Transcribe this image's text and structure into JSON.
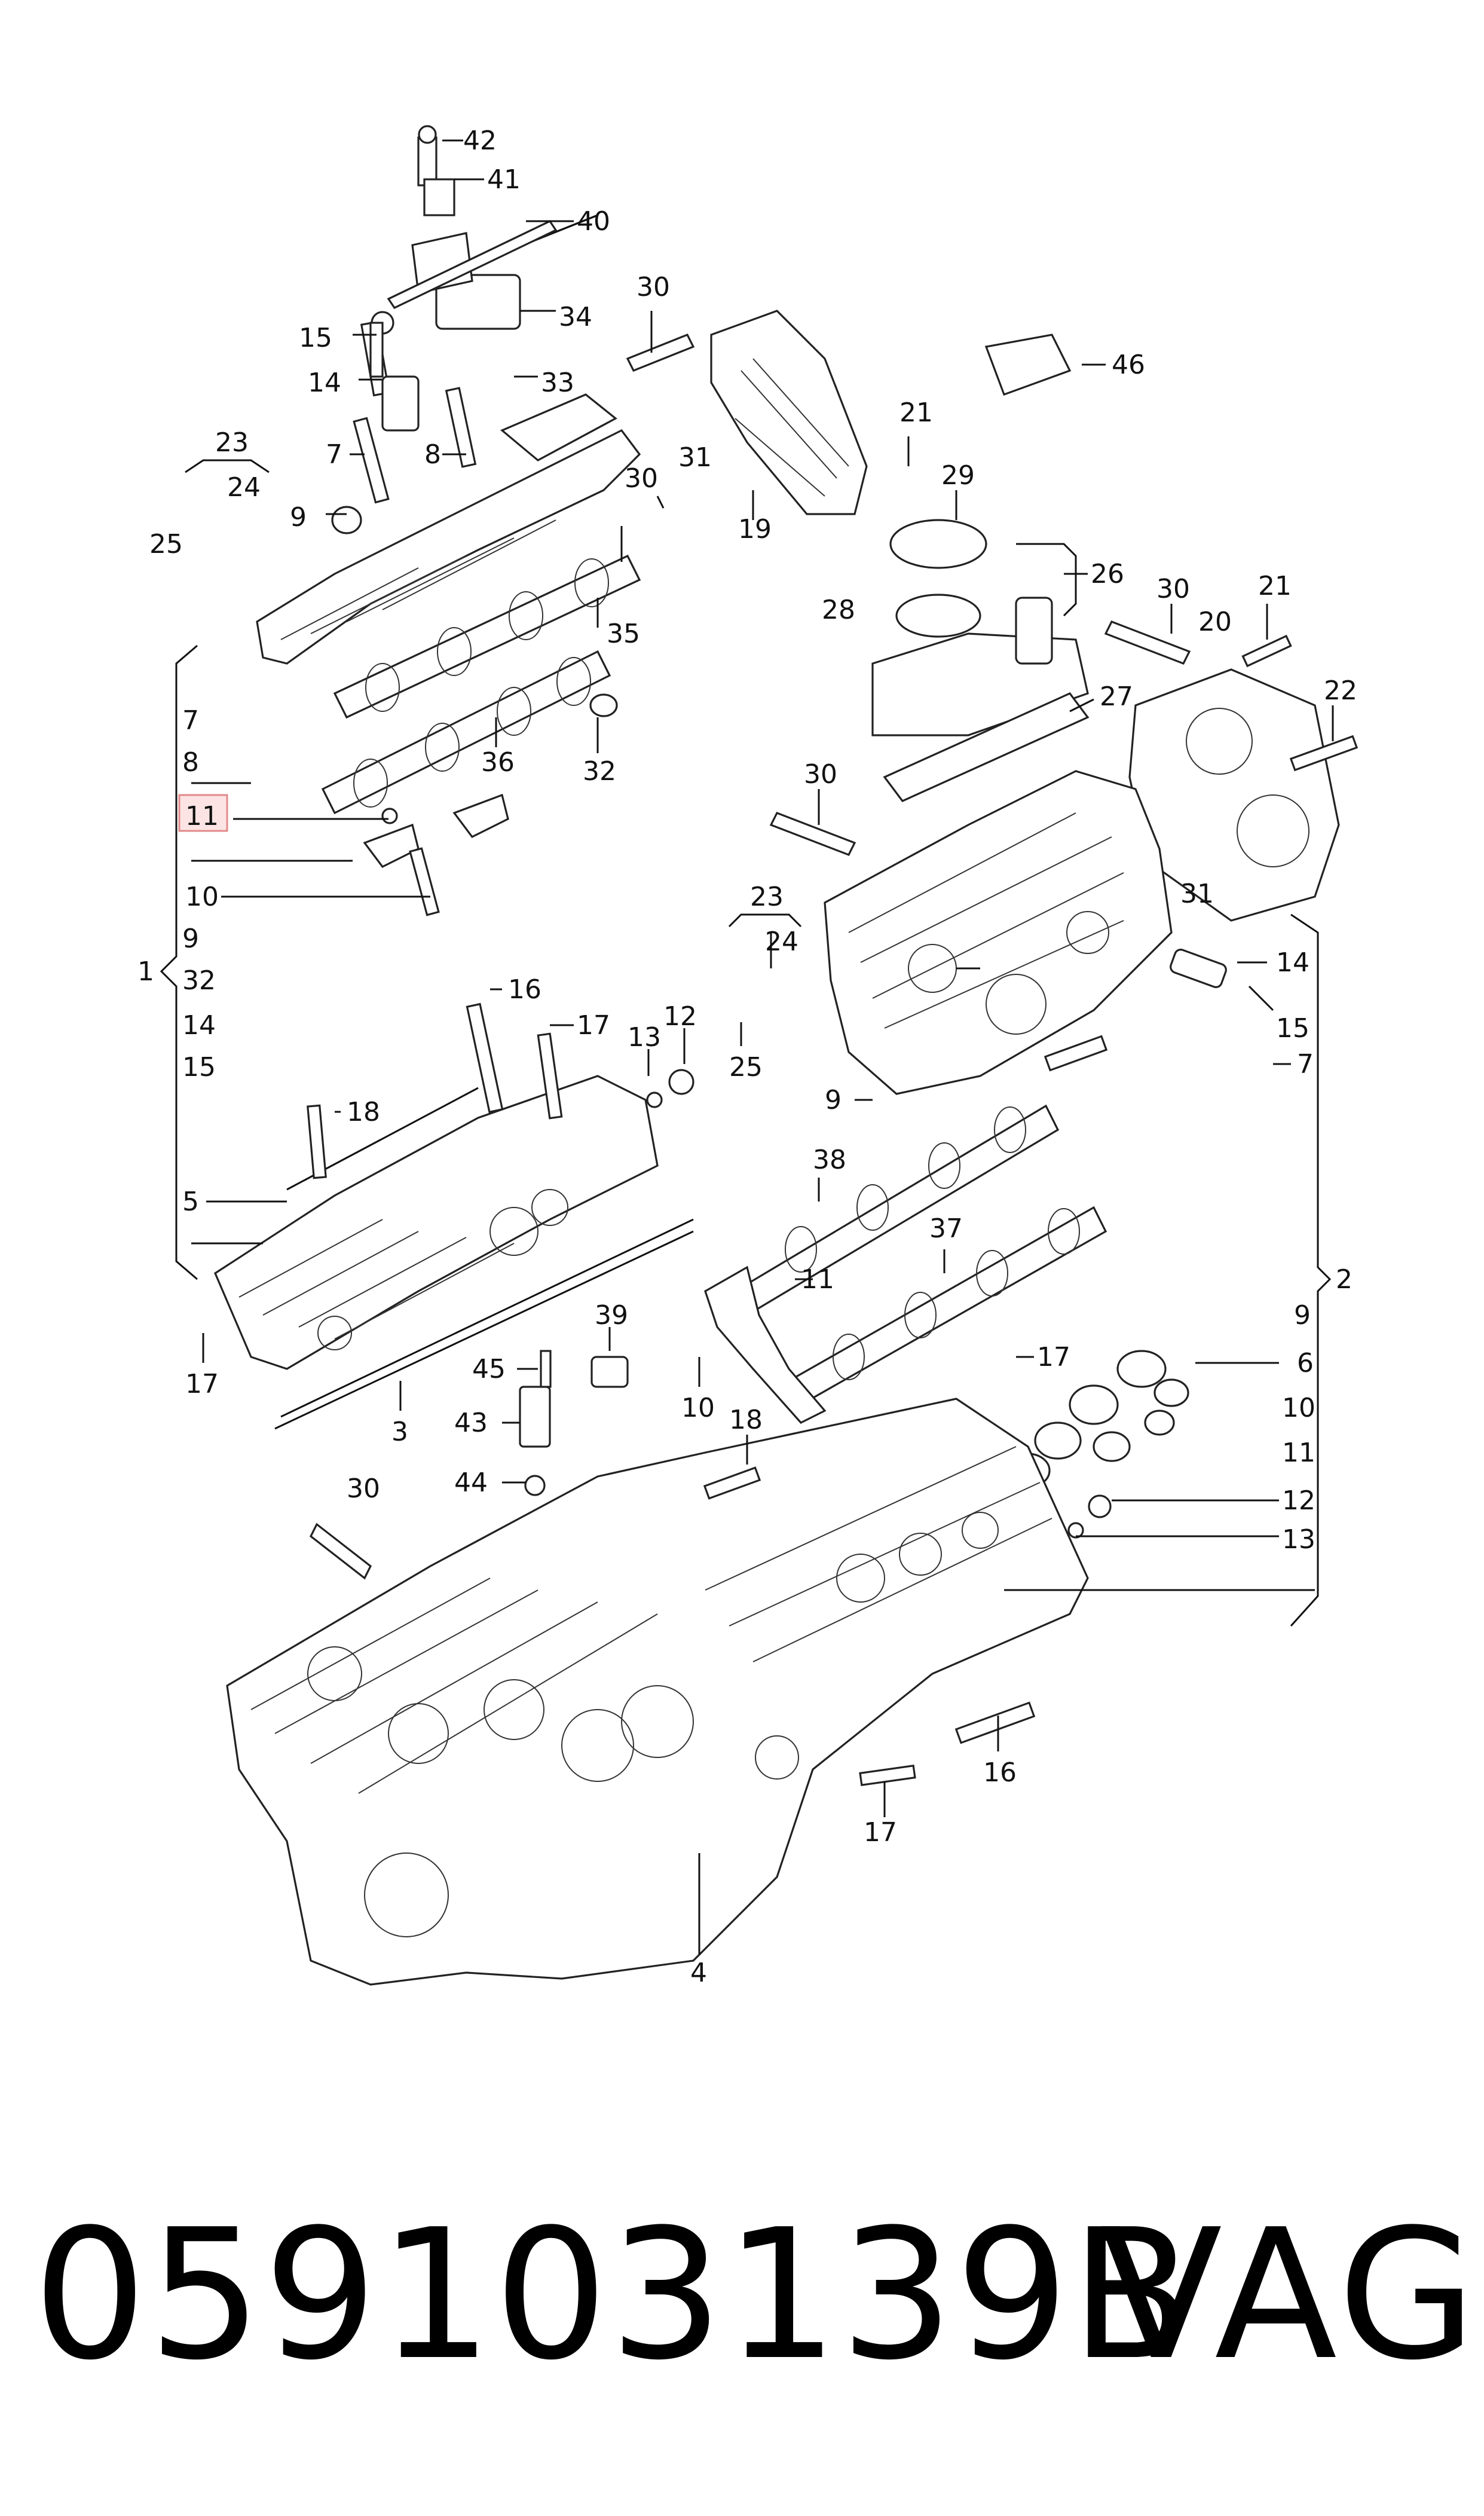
{
  "diagram": {
    "callouts": [
      "42",
      "41",
      "40",
      "30",
      "34",
      "15",
      "14",
      "33",
      "23",
      "7",
      "8",
      "24",
      "30",
      "21",
      "29",
      "46",
      "9",
      "25",
      "35",
      "31",
      "19",
      "28",
      "26",
      "30",
      "21",
      "20",
      "27",
      "36",
      "32",
      "7",
      "8",
      "11",
      "30",
      "10",
      "9",
      "1",
      "32",
      "16",
      "17",
      "12",
      "13",
      "14",
      "15",
      "5",
      "23",
      "24",
      "25",
      "9",
      "38",
      "11",
      "31",
      "14",
      "15",
      "7",
      "22",
      "18",
      "37",
      "2",
      "39",
      "17",
      "45",
      "43",
      "44",
      "30",
      "3",
      "10",
      "18",
      "17",
      "6",
      "9",
      "10",
      "11",
      "12",
      "13",
      "16",
      "17",
      "4"
    ],
    "highlighted_callout": "11"
  },
  "footer": {
    "part_number": "059103139B",
    "brand": "VAG"
  }
}
